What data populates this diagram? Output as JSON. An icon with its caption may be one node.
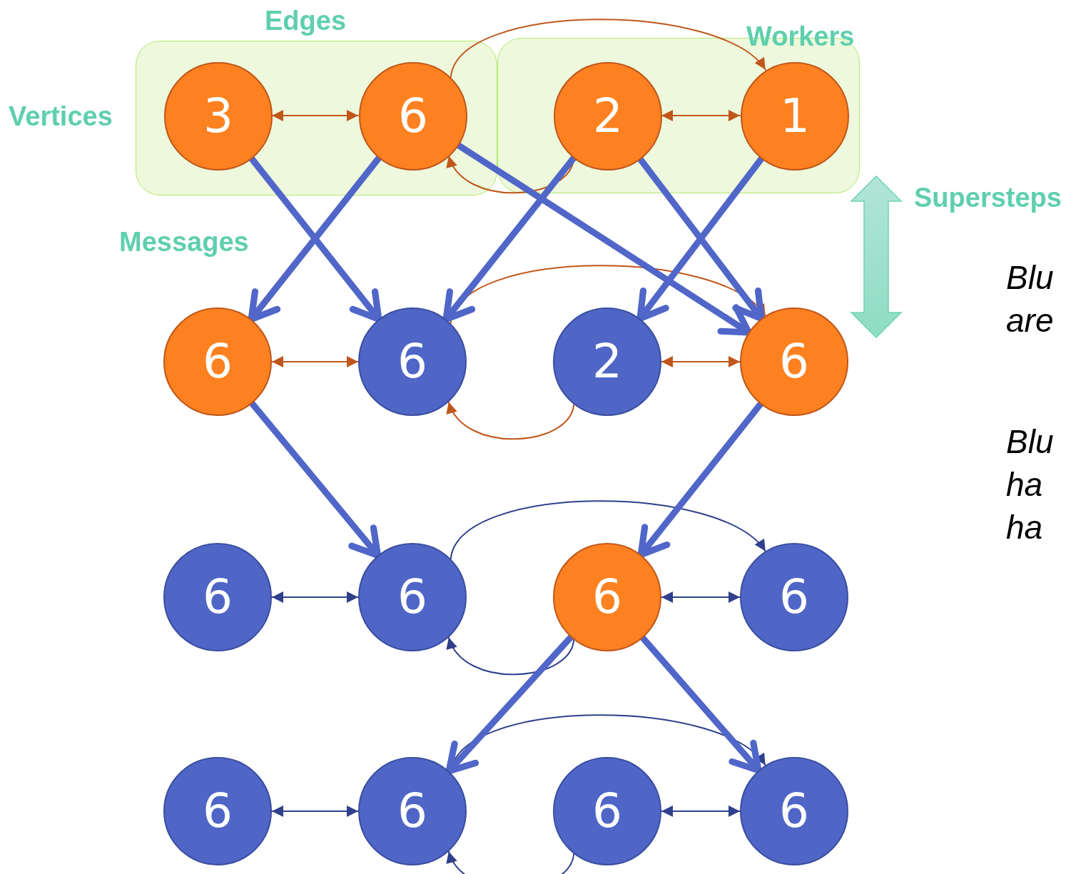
{
  "diagram": {
    "nodes": [
      {
        "text": [],
        "shape": "box"
      },
      {
        "text": [],
        "shape": "box"
      },
      {
        "text": [
          "3"
        ],
        "in": 0
      },
      {
        "text": [
          "6"
        ],
        "in": 0
      },
      {
        "text": [
          "2"
        ],
        "in": 1
      },
      {
        "text": [
          "1"
        ],
        "in": 1
      },
      {
        "text": [
          "6"
        ]
      },
      {
        "text": [
          "6"
        ]
      },
      {
        "text": [
          "2"
        ]
      },
      {
        "text": [
          "6"
        ]
      },
      {
        "text": [
          "6"
        ]
      },
      {
        "text": [
          "6"
        ]
      },
      {
        "text": [
          "6"
        ]
      },
      {
        "text": [
          "6"
        ]
      },
      {
        "text": [
          "6"
        ]
      },
      {
        "text": [
          "6"
        ]
      },
      {
        "text": [
          "6"
        ]
      },
      {
        "text": [
          "6"
        ]
      }
    ],
    "edges": [
      {
        "from": 2,
        "to": 3,
        "arrow": "both",
        "color": "#c0561a"
      },
      {
        "from": 3,
        "to": 5,
        "arrow": "to",
        "color": "#c0561a"
      },
      {
        "from": 4,
        "to": 3,
        "arrow": "to",
        "color": "#c0561a"
      },
      {
        "from": 4,
        "to": 5,
        "arrow": "both",
        "color": "#c0561a"
      },
      {
        "from": 6,
        "to": 7,
        "arrow": "both",
        "color": "#c0561a"
      },
      {
        "from": 7,
        "to": 9,
        "arrow": "to",
        "color": "#c0561a"
      },
      {
        "from": 8,
        "to": 7,
        "arrow": "to",
        "color": "#c0561a"
      },
      {
        "from": 8,
        "to": 9,
        "arrow": "both",
        "color": "#c0561a"
      },
      {
        "from": 10,
        "to": 11,
        "arrow": "both",
        "color": "#2f3f8c"
      },
      {
        "from": 11,
        "to": 13,
        "arrow": "to",
        "color": "#2f3f8c"
      },
      {
        "from": 12,
        "to": 11,
        "arrow": "to",
        "color": "#2f3f8c"
      },
      {
        "from": 12,
        "to": 13,
        "arrow": "both",
        "color": "#2f3f8c"
      },
      {
        "from": 14,
        "to": 15,
        "arrow": "both",
        "color": "#2f3f8c"
      },
      {
        "from": 15,
        "to": 17,
        "arrow": "to",
        "color": "#2f3f8c"
      },
      {
        "from": 16,
        "to": 15,
        "arrow": "to",
        "color": "#2f3f8c"
      },
      {
        "from": 16,
        "to": 17,
        "arrow": "both",
        "color": "#2f3f8c"
      },
      {
        "from": 2,
        "to": 7,
        "arrow": "to",
        "style": "thick",
        "color": "#5066c8"
      },
      {
        "from": 3,
        "to": 6,
        "arrow": "to",
        "style": "thick",
        "color": "#5066c8"
      },
      {
        "from": 3,
        "to": 9,
        "arrow": "to",
        "style": "thick",
        "color": "#5066c8"
      },
      {
        "from": 4,
        "to": 7,
        "arrow": "to",
        "style": "thick",
        "color": "#5066c8"
      },
      {
        "from": 5,
        "to": 8,
        "arrow": "to",
        "style": "thick",
        "color": "#5066c8"
      },
      {
        "from": 4,
        "to": 9,
        "arrow": "to",
        "style": "thick",
        "color": "#5066c8"
      },
      {
        "from": 6,
        "to": 11,
        "arrow": "to",
        "style": "thick",
        "color": "#5066c8"
      },
      {
        "from": 9,
        "to": 12,
        "arrow": "to",
        "style": "thick",
        "color": "#5066c8"
      },
      {
        "from": 12,
        "to": 15,
        "arrow": "to",
        "style": "thick",
        "color": "#5066c8"
      },
      {
        "from": 12,
        "to": 17,
        "arrow": "to",
        "style": "thick",
        "color": "#5066c8"
      }
    ],
    "labels": [
      "Edges",
      "Workers",
      "Vertices",
      "Messages",
      "Supersteps",
      "Blu are",
      "Blu ha ha"
    ]
  }
}
